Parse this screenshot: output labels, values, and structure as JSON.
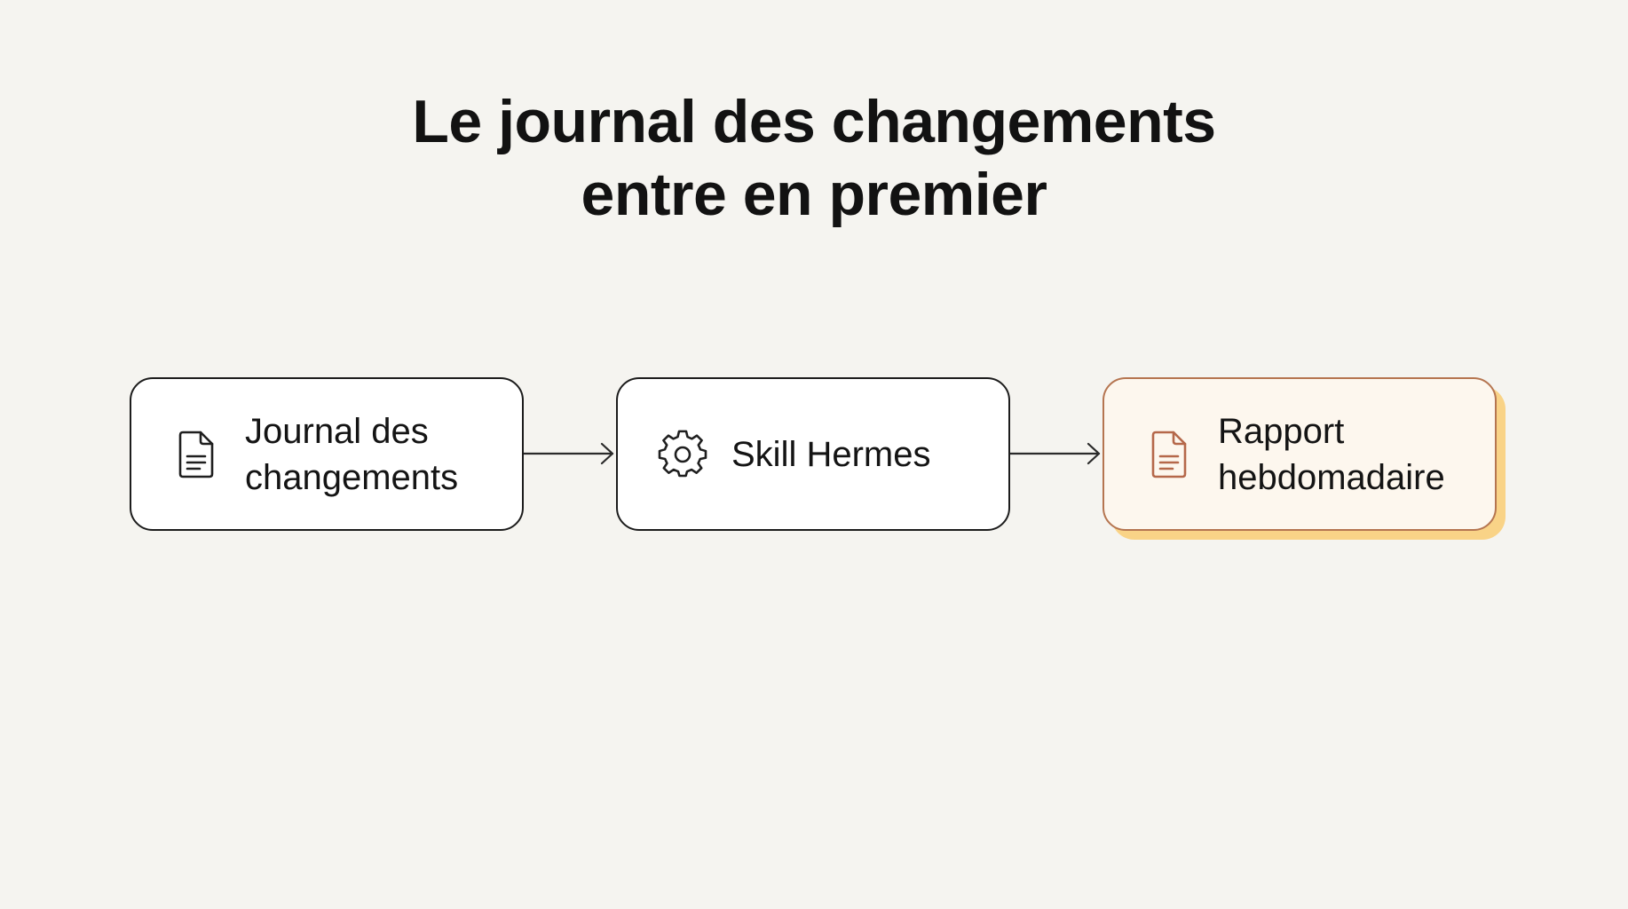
{
  "title": {
    "line1": "Le journal des changements",
    "line2": "entre en premier"
  },
  "nodes": [
    {
      "icon": "document-icon",
      "label_line1": "Journal des",
      "label_line2": "changements"
    },
    {
      "icon": "gear-icon",
      "label_line1": "Skill Hermes"
    },
    {
      "icon": "document-icon",
      "label_line1": "Rapport",
      "label_line2": "hebdomadaire"
    }
  ],
  "edges": [
    {
      "from": 0,
      "to": 1
    },
    {
      "from": 1,
      "to": 2
    }
  ],
  "colors": {
    "background": "#f5f4f0",
    "box_border": "#1c1c1c",
    "highlight_border": "#b57550",
    "highlight_fill": "#fdf7ee",
    "highlight_shadow": "#f9d387",
    "highlight_icon": "#b5684a"
  }
}
